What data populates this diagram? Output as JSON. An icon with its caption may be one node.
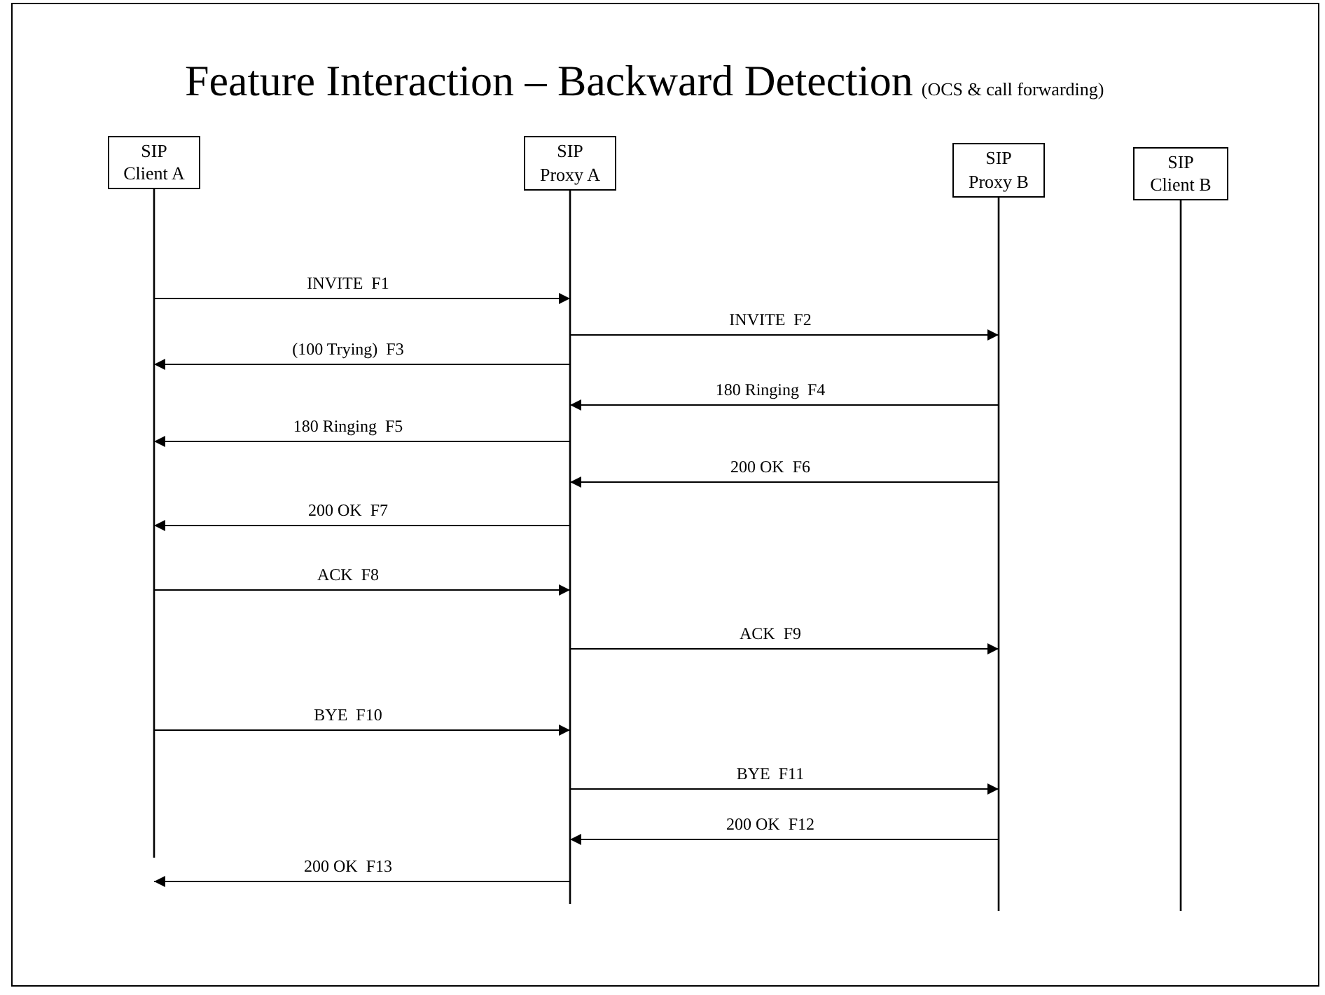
{
  "diagram": {
    "title": "Feature Interaction – Backward Detection",
    "nodes": [
      {
        "text": [
          "SIP Client A"
        ]
      },
      {
        "text": [
          "SIP Proxy A"
        ]
      },
      {
        "text": [
          "SIP Proxy B"
        ]
      },
      {
        "text": [
          "SIP Client B"
        ]
      }
    ],
    "edges": [
      {
        "from": 0,
        "to": 1,
        "arrow": "to",
        "label": "INVITE  F1"
      },
      {
        "from": 1,
        "to": 2,
        "arrow": "to",
        "label": "INVITE  F2"
      },
      {
        "from": 1,
        "to": 0,
        "arrow": "to",
        "label": "(100 Trying)  F3"
      },
      {
        "from": 2,
        "to": 1,
        "arrow": "to",
        "label": "180 Ringing  F4"
      },
      {
        "from": 1,
        "to": 0,
        "arrow": "to",
        "label": "180 Ringing  F5"
      },
      {
        "from": 2,
        "to": 1,
        "arrow": "to",
        "label": "200 OK  F6"
      },
      {
        "from": 1,
        "to": 0,
        "arrow": "to",
        "label": "200 OK  F7"
      },
      {
        "from": 0,
        "to": 1,
        "arrow": "to",
        "label": "ACK  F8"
      },
      {
        "from": 1,
        "to": 2,
        "arrow": "to",
        "label": "ACK  F9"
      },
      {
        "from": 0,
        "to": 1,
        "arrow": "to",
        "label": "BYE  F10"
      },
      {
        "from": 1,
        "to": 2,
        "arrow": "to",
        "label": "BYE  F11"
      },
      {
        "from": 2,
        "to": 1,
        "arrow": "to",
        "label": "200 OK  F12"
      },
      {
        "from": 1,
        "to": 0,
        "arrow": "to",
        "label": "200 OK  F13"
      }
    ],
    "labels": [
      "(OCS & call forwarding)"
    ]
  }
}
